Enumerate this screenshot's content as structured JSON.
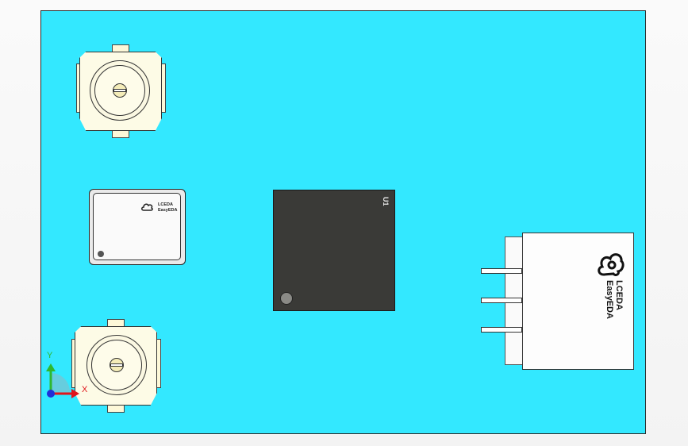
{
  "view": {
    "background": "#33e8ff",
    "axis_labels": {
      "y": "Y",
      "x": "X"
    }
  },
  "crystal": {
    "logo_line1": "LCEDA",
    "logo_line2": "EasyEDA"
  },
  "chip": {
    "marking": "U1"
  },
  "header_connector": {
    "logo_line1": "LCEDA",
    "logo_line2": "EasyEDA"
  },
  "colors": {
    "board": "#33e8ff",
    "chip": "#3a3a37",
    "axis_x": "#e0151b",
    "axis_y": "#2fb82f",
    "axis_z": "#1f2fd8"
  }
}
